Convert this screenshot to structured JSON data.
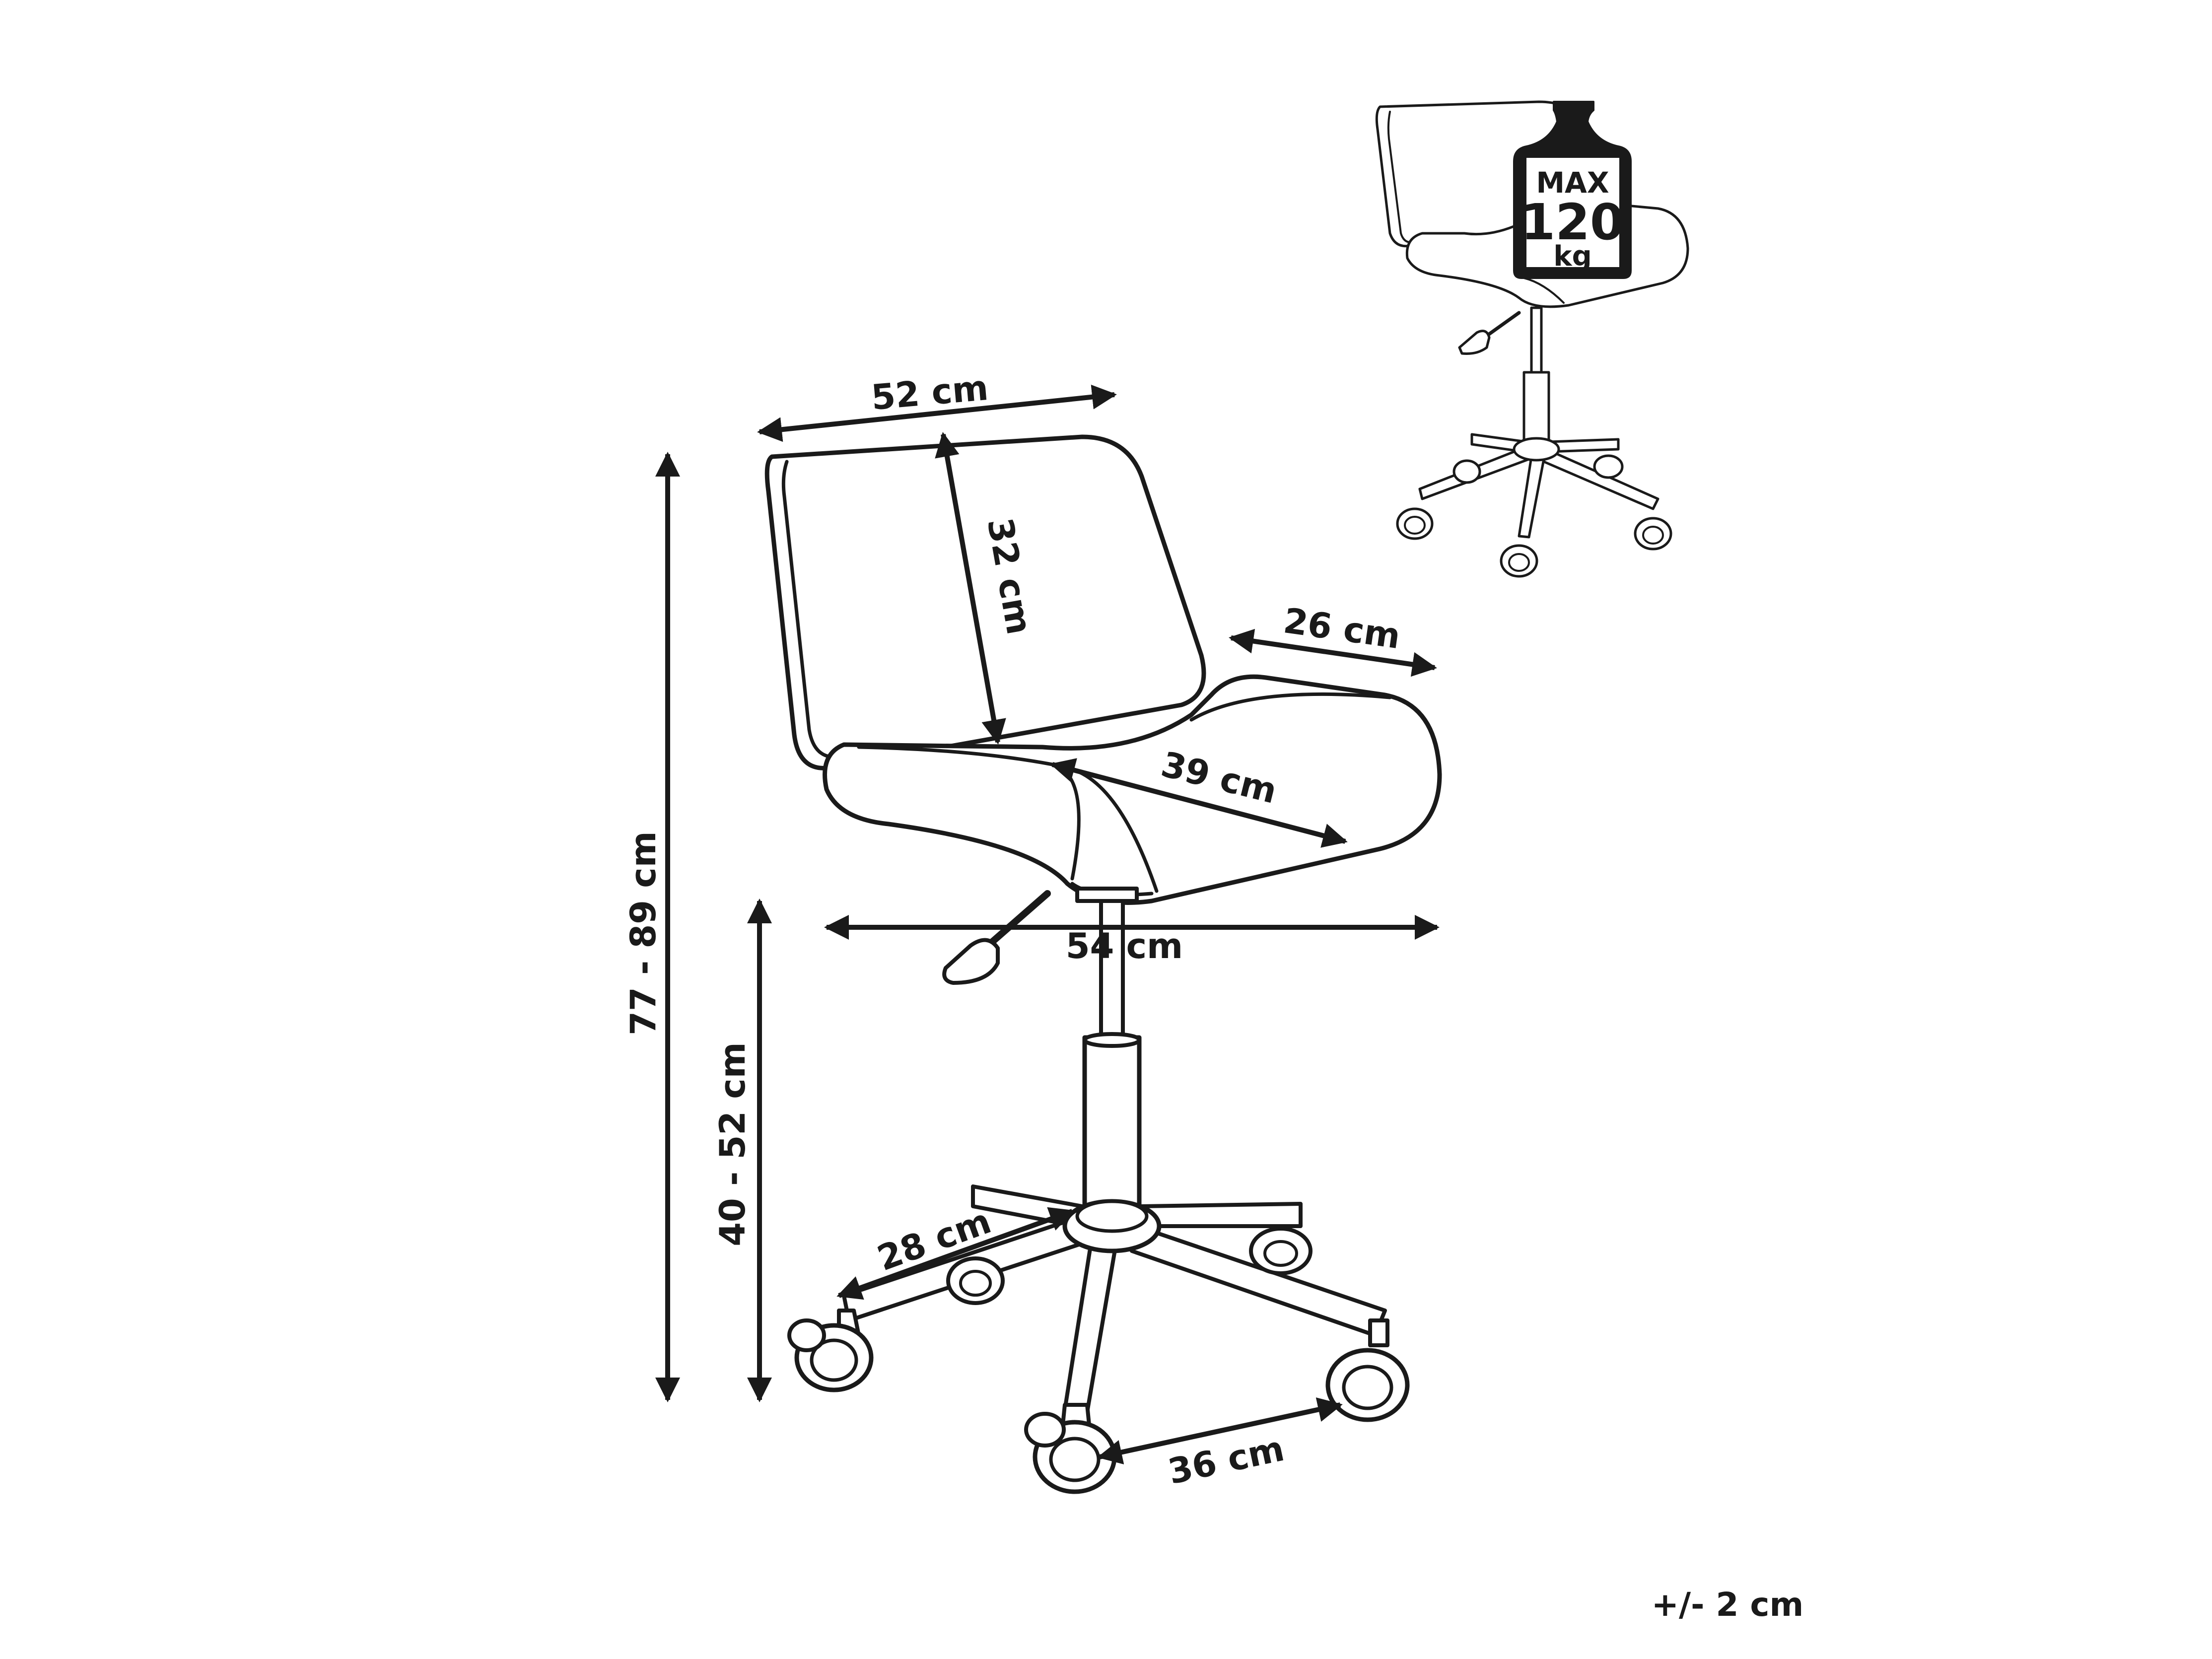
{
  "dimensions": {
    "backrest_width": "52 cm",
    "backrest_height": "32 cm",
    "seat_depth_front": "26 cm",
    "seat_depth": "39 cm",
    "overall_width": "54 cm",
    "overall_height": "77 - 89 cm",
    "seat_height": "40 - 52 cm",
    "leg_length": "28 cm",
    "wheel_spacing": "36 cm"
  },
  "weight_badge": {
    "line1": "MAX",
    "line2": "120",
    "line3": "kg"
  },
  "tolerance": "+/- 2 cm",
  "colors": {
    "line": "#1a1a1a",
    "background": "#ffffff"
  }
}
